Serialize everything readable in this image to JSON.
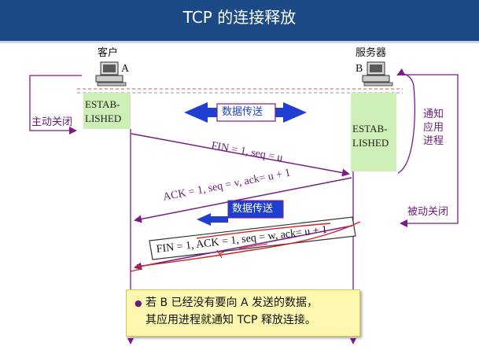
{
  "title": "TCP 的连接释放",
  "client": {
    "name": "客户",
    "letter": "A",
    "state": [
      "ESTAB-",
      "LISHED"
    ],
    "action": "主动关闭"
  },
  "server": {
    "name": "服务器",
    "letter": "B",
    "state": [
      "ESTAB-",
      "LISHED"
    ],
    "notify": [
      "通知",
      "应用",
      "进程"
    ],
    "action": "被动关闭"
  },
  "data_transfer_label": "数据传送",
  "data_transfer_label_2": "数据传送",
  "messages": [
    {
      "text": "FIN = 1, seq = u"
    },
    {
      "text": "ACK = 1, seq = v, ack= u + 1"
    },
    {
      "text": "FIN = 1, ACK = 1, seq = w, ack= u + 1"
    }
  ],
  "note": {
    "line1": "若 B 已经没有要向 A 发送的数据，",
    "line2": "其应用进程就通知 TCP 释放连接。"
  },
  "colors": {
    "header": "#1c4a86",
    "state_box": "#cdeeb4",
    "arrow_purple": "#7a1a8a",
    "data_arrow": "#1f3fd0",
    "note_bg": "#fdf7b0",
    "annotation_red": "#d22222"
  }
}
